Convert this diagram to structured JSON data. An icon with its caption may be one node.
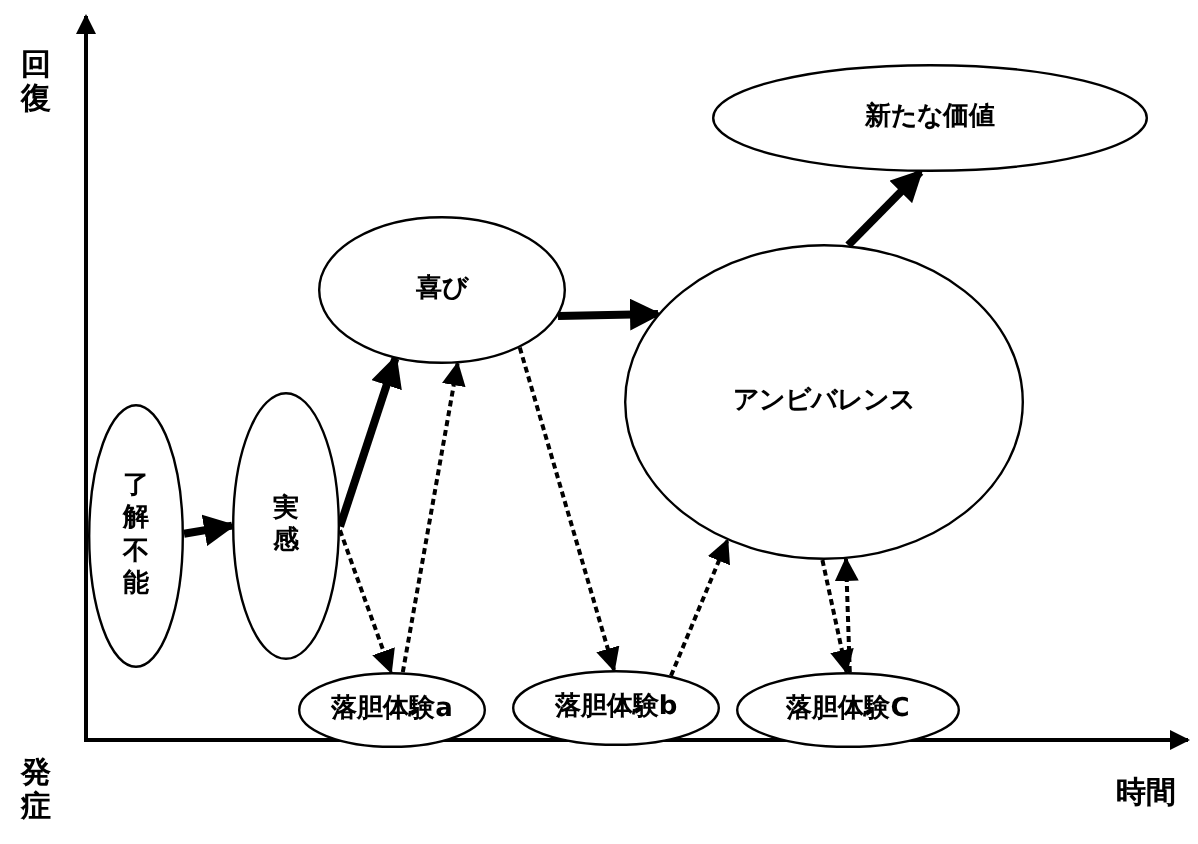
{
  "diagram": {
    "nodes": [
      {
        "text": [
          "了解不能"
        ]
      },
      {
        "text": [
          "実感"
        ]
      },
      {
        "text": [
          "喜び"
        ]
      },
      {
        "text": [
          "落胆体験a"
        ]
      },
      {
        "text": [
          "落胆体験b"
        ]
      },
      {
        "text": [
          "アンビバレンス"
        ]
      },
      {
        "text": [
          "落胆体験C"
        ]
      },
      {
        "text": [
          "新たな価値"
        ]
      }
    ],
    "edges": [
      {
        "from": 0,
        "to": 1,
        "arrow": "to",
        "style": "thick"
      },
      {
        "from": 1,
        "to": 2,
        "arrow": "to",
        "style": "thick"
      },
      {
        "from": 1,
        "to": 3,
        "arrow": "to",
        "style": "dashed"
      },
      {
        "from": 3,
        "to": 2,
        "arrow": "to",
        "style": "dashed"
      },
      {
        "from": 2,
        "to": 5,
        "arrow": "to",
        "style": "thick"
      },
      {
        "from": 2,
        "to": 4,
        "arrow": "to",
        "style": "dashed"
      },
      {
        "from": 4,
        "to": 5,
        "arrow": "to",
        "style": "dashed"
      },
      {
        "from": 5,
        "to": 6,
        "arrow": "to",
        "style": "dashed"
      },
      {
        "from": 6,
        "to": 5,
        "arrow": "to",
        "style": "dashed"
      },
      {
        "from": 5,
        "to": 7,
        "arrow": "to",
        "style": "thick"
      }
    ],
    "labels": [
      "回復",
      "発症",
      "時間"
    ]
  }
}
